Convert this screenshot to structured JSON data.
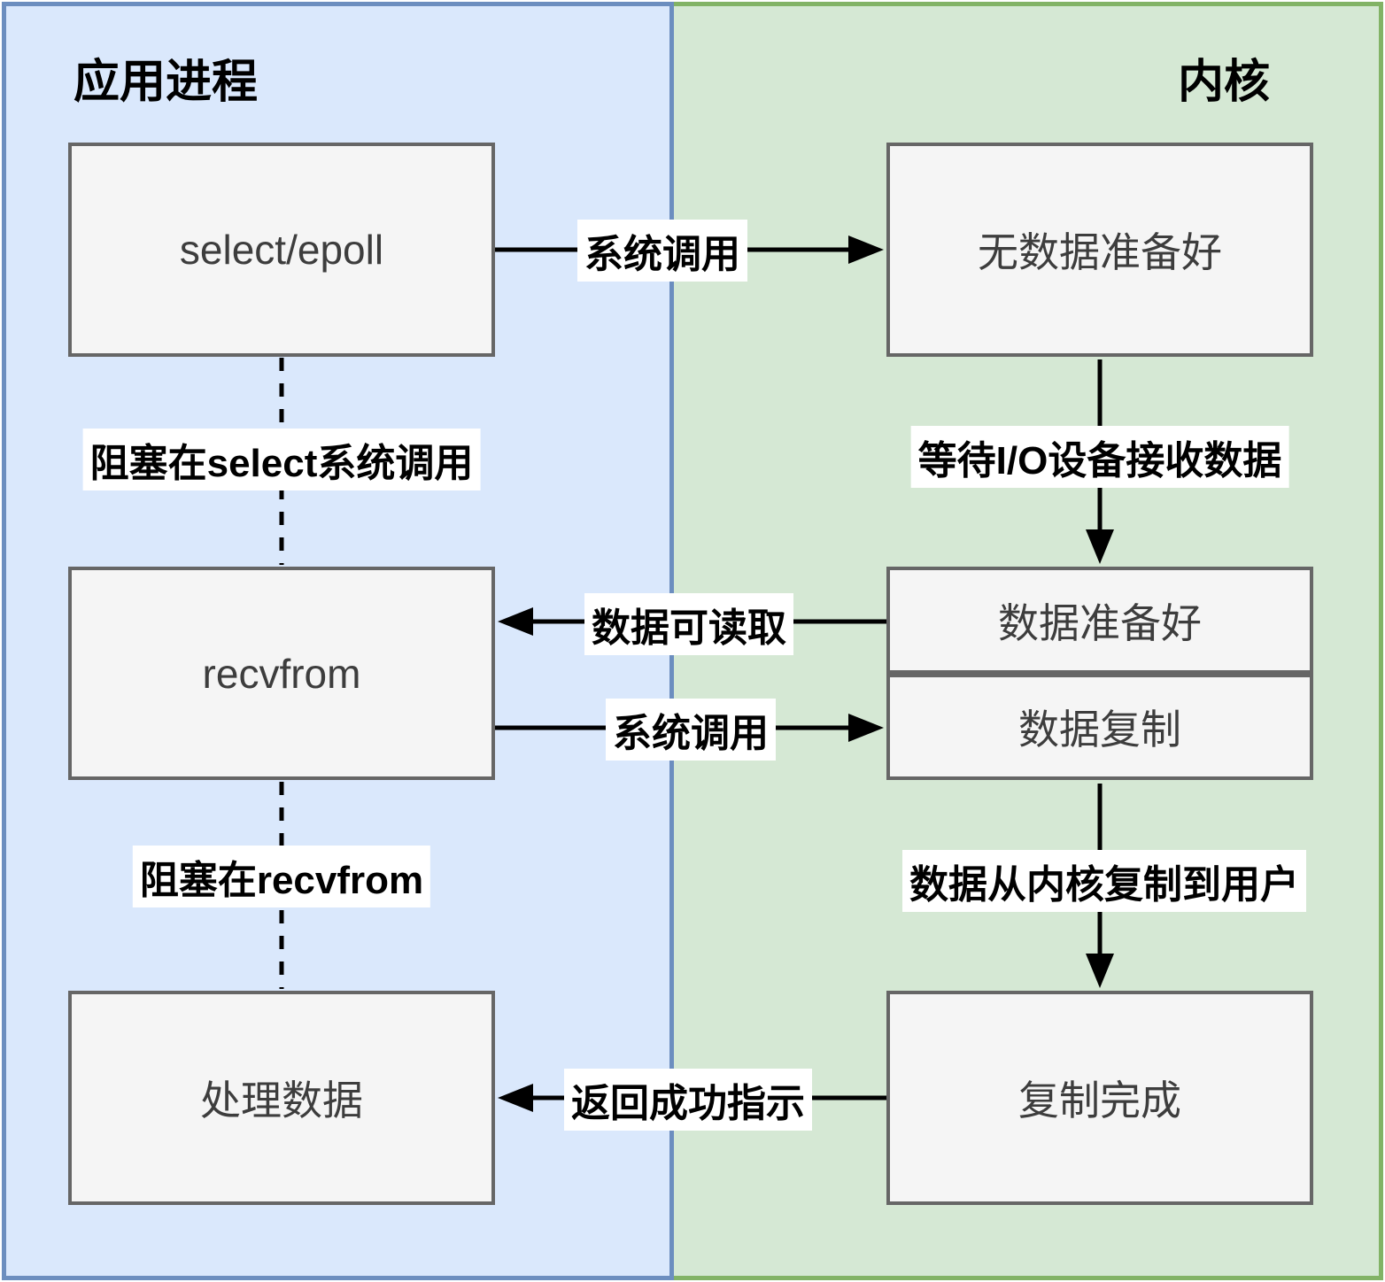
{
  "panels": {
    "app": {
      "title": "应用进程",
      "bg": "#dae8fc",
      "border": "#6c8ebf"
    },
    "kernel": {
      "title": "内核",
      "bg": "#d5e8d4",
      "border": "#82b366"
    }
  },
  "boxes": {
    "select_epoll": {
      "label": "select/epoll"
    },
    "no_data_ready": {
      "label": "无数据准备好"
    },
    "recvfrom": {
      "label": "recvfrom"
    },
    "data_ready": {
      "label": "数据准备好"
    },
    "data_copy": {
      "label": "数据复制"
    },
    "process_data": {
      "label": "处理数据"
    },
    "copy_done": {
      "label": "复制完成"
    }
  },
  "edge_labels": {
    "syscall_1": "系统调用",
    "wait_io": "等待I/O设备接收数据",
    "block_select": "阻塞在select系统调用",
    "data_readable": "数据可读取",
    "syscall_2": "系统调用",
    "block_recvfrom": "阻塞在recvfrom",
    "copy_kernel_to_user": "数据从内核复制到用户",
    "return_success": "返回成功指示"
  },
  "colors": {
    "box_fill": "#f5f5f5",
    "box_border": "#666666",
    "box_text": "#3d3d3d",
    "arrow": "#000000",
    "label_bg": "#ffffff"
  }
}
